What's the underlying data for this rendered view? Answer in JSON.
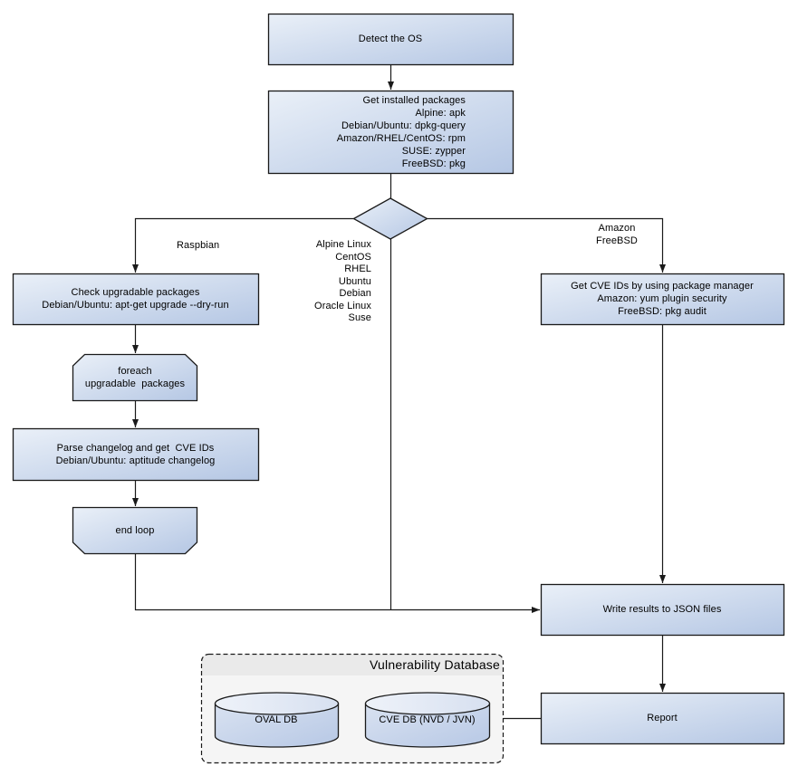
{
  "nodes": {
    "detect_os": "Detect the OS",
    "get_installed_packages": "Get installed packages\nAlpine: apk\nDebian/Ubuntu: dpkg-query\nAmazon/RHEL/CentOS: rpm\nSUSE: zypper\nFreeBSD: pkg",
    "check_upgradable": "Check upgradable packages\nDebian/Ubuntu: apt-get upgrade --dry-run",
    "foreach_loop": "foreach\nupgradable  packages",
    "parse_changelog": "Parse changelog and get  CVE IDs\nDebian/Ubuntu: aptitude changelog",
    "end_loop": "end loop",
    "get_cve_ids": "Get CVE IDs by using package manager\nAmazon: yum plugin security\nFreeBSD: pkg audit",
    "write_results": "Write results to JSON files",
    "report": "Report"
  },
  "edge_labels": {
    "left_branch": "Raspbian",
    "middle_branch": "Alpine Linux\nCentOS\nRHEL\nUbuntu\nDebian\nOracle Linux\nSuse",
    "right_branch": "Amazon\nFreeBSD"
  },
  "vulnerability_database": {
    "title": "Vulnerability Database",
    "databases": [
      {
        "label": "OVAL DB"
      },
      {
        "label": "CVE DB (NVD / JVN)"
      }
    ]
  },
  "colors": {
    "node_light": "#eaf0f8",
    "node_dark": "#b5c7e4",
    "cyl_top_light": "#eef2f9",
    "cyl_top_dark": "#d7e0f0",
    "cyl_body_light": "#d9e2f1",
    "cyl_body_dark": "#b7c8e5",
    "stroke": "#1a1a1a",
    "db_bg": "#f5f5f5",
    "db_header": "#eaeaea",
    "text": "#000000"
  }
}
